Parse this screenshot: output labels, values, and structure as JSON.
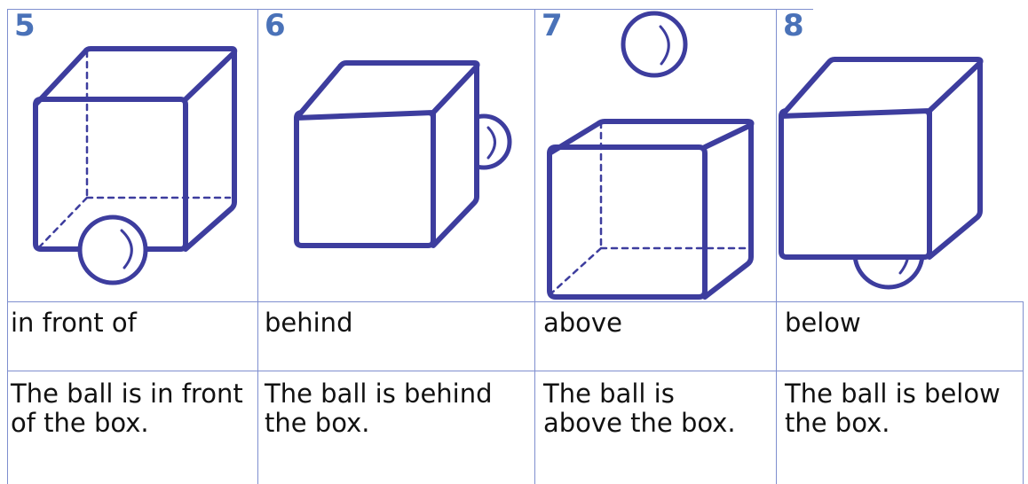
{
  "panels": [
    {
      "number": "5",
      "label": "in front of",
      "sentence": "The ball is in front of the box."
    },
    {
      "number": "6",
      "label": "behind",
      "sentence": "The ball is behind the box."
    },
    {
      "number": "7",
      "label": "above",
      "sentence": "The ball is above the box."
    },
    {
      "number": "8",
      "label": "below",
      "sentence": "The ball is below the box."
    }
  ],
  "colors": {
    "line": "#3d3d9e",
    "number": "#4a72b8",
    "grid": "#7f8fcf"
  }
}
